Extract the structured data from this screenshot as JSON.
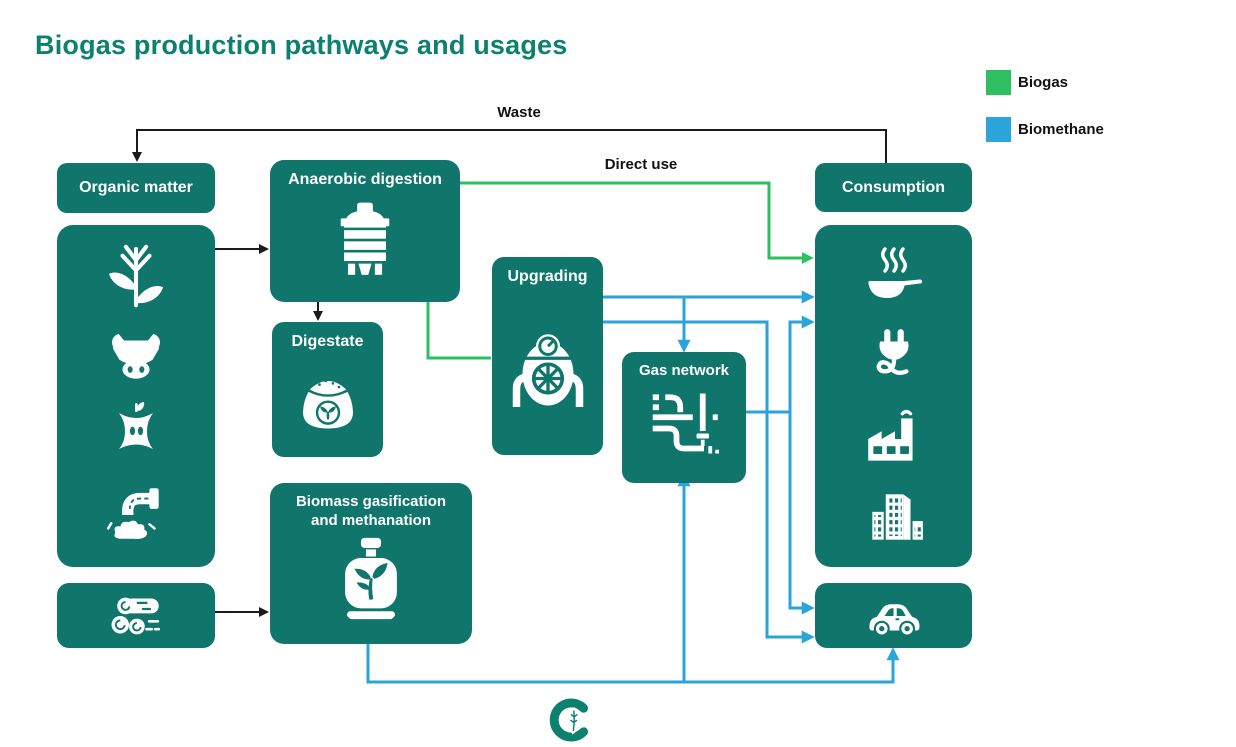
{
  "title": "Biogas production pathways and usages",
  "legend": [
    {
      "label": "Biogas",
      "color": "#2ebf63"
    },
    {
      "label": "Biomethane",
      "color": "#2aa4da"
    }
  ],
  "flow_labels": {
    "waste": "Waste",
    "direct_use": "Direct use"
  },
  "nodes": {
    "organic_matter": {
      "label": "Organic matter",
      "icons": [
        "corn-crop-icon",
        "cow-icon",
        "apple-core-icon",
        "wastewater-pipe-icon"
      ]
    },
    "wood_logs": {
      "icons": [
        "logs-icon"
      ]
    },
    "anaerobic_digestion": {
      "label": "Anaerobic digestion",
      "icons": [
        "digester-tank-icon"
      ]
    },
    "digestate": {
      "label": "Digestate",
      "icons": [
        "fertilizer-bag-icon"
      ]
    },
    "upgrading": {
      "label": "Upgrading",
      "icons": [
        "upgrading-unit-icon"
      ]
    },
    "gas_network": {
      "label": "Gas network",
      "icons": [
        "pipe-network-icon"
      ]
    },
    "biomass_gasification": {
      "label": "Biomass gasification and methanation",
      "icons": [
        "gas-cylinder-icon"
      ]
    },
    "consumption": {
      "label": "Consumption",
      "icons": [
        "cooking-pan-icon",
        "electric-plug-icon",
        "factory-icon",
        "buildings-icon"
      ]
    },
    "transport": {
      "icons": [
        "car-icon"
      ]
    }
  },
  "flows": [
    {
      "from": "consumption",
      "to": "organic_matter",
      "label": "Waste",
      "type": "waste",
      "color": "#1a1a1a"
    },
    {
      "from": "organic_matter",
      "to": "anaerobic_digestion",
      "type": "feedstock",
      "color": "#1a1a1a"
    },
    {
      "from": "anaerobic_digestion",
      "to": "digestate",
      "type": "byproduct",
      "color": "#1a1a1a"
    },
    {
      "from": "wood_logs",
      "to": "biomass_gasification",
      "type": "feedstock",
      "color": "#1a1a1a"
    },
    {
      "from": "anaerobic_digestion",
      "to": "consumption",
      "label": "Direct use",
      "type": "biogas",
      "color": "#2ebf63"
    },
    {
      "from": "anaerobic_digestion",
      "to": "upgrading",
      "type": "biogas",
      "color": "#2ebf63"
    },
    {
      "from": "upgrading",
      "to": "consumption",
      "type": "biomethane",
      "color": "#2aa4da"
    },
    {
      "from": "upgrading",
      "to": "gas_network",
      "type": "biomethane",
      "color": "#2aa4da"
    },
    {
      "from": "upgrading",
      "to": "transport",
      "type": "biomethane",
      "color": "#2aa4da"
    },
    {
      "from": "gas_network",
      "to": "consumption",
      "type": "biomethane",
      "color": "#2aa4da"
    },
    {
      "from": "gas_network",
      "to": "transport",
      "type": "biomethane",
      "color": "#2aa4da"
    },
    {
      "from": "biomass_gasification",
      "to": "gas_network",
      "type": "biomethane",
      "color": "#2aa4da"
    },
    {
      "from": "biomass_gasification",
      "to": "transport",
      "type": "biomethane",
      "color": "#2aa4da"
    }
  ],
  "colors": {
    "node_fill": "#10756a",
    "node_text": "#ffffff",
    "title": "#0c8170",
    "waste_line": "#1a1a1a",
    "biogas_line": "#2ebf63",
    "biomethane_line": "#2aa4da",
    "background": "#ffffff"
  },
  "logo": {
    "name": "clean-energy-wire-leaf-c-logo"
  }
}
